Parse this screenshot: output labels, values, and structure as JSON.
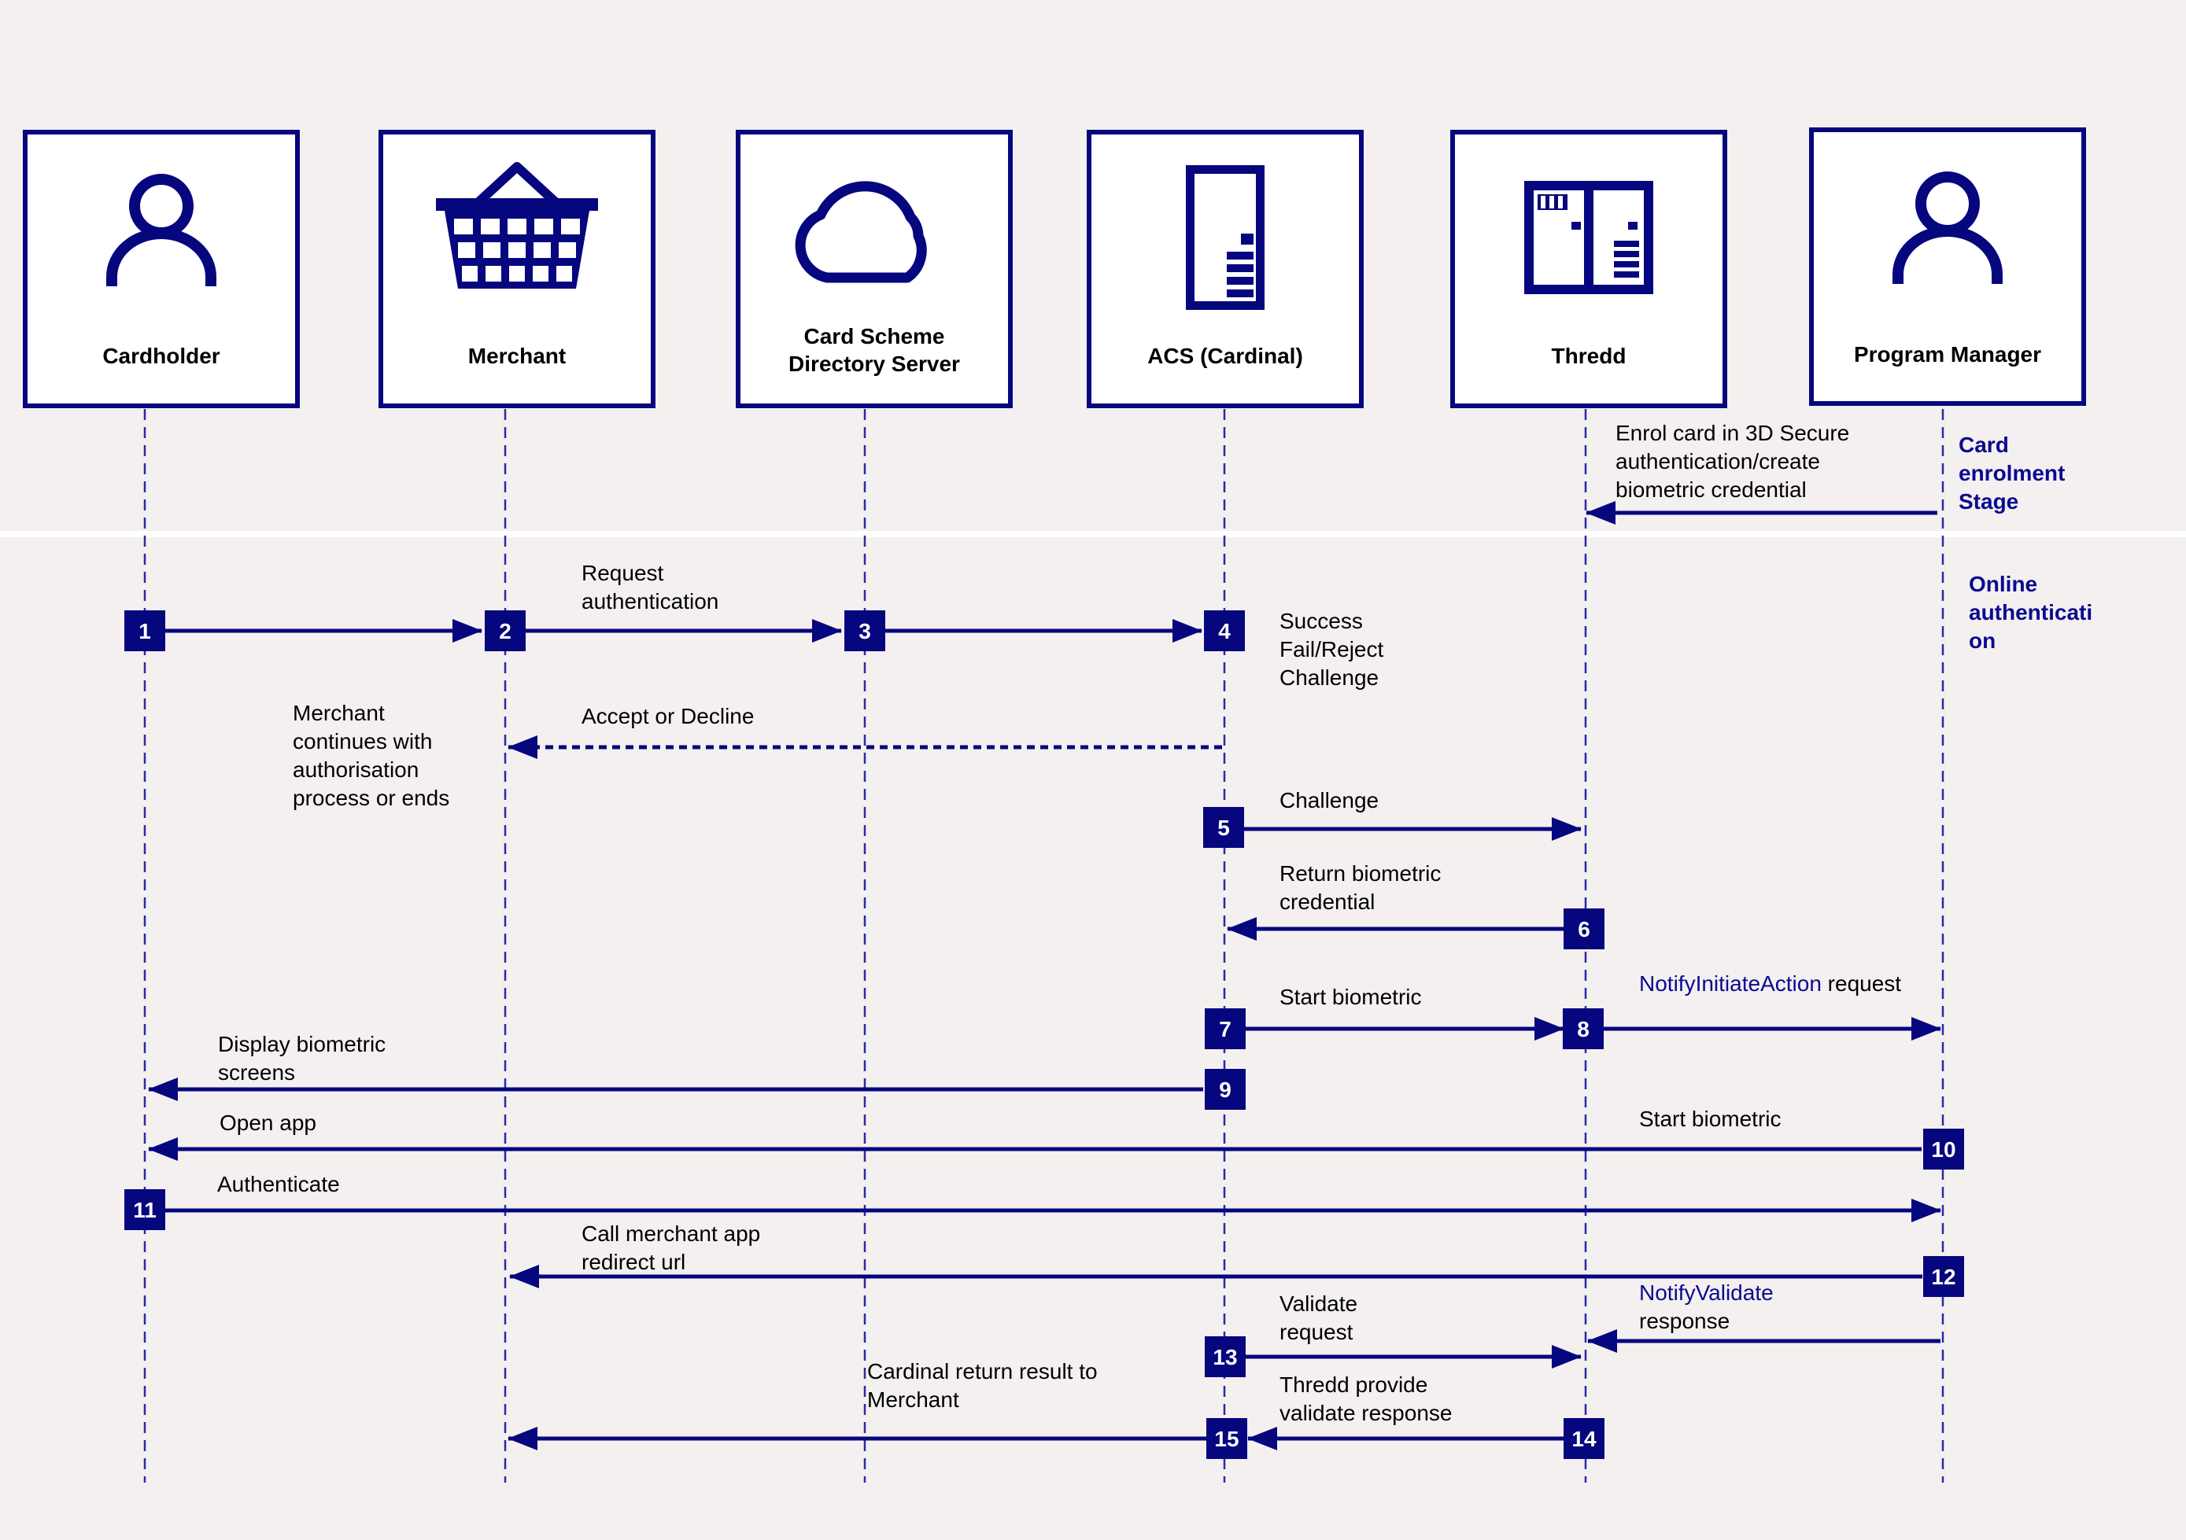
{
  "colors": {
    "background": "#f3f0ef",
    "accent": "#06067f",
    "text": "#000000",
    "accent_text": "#0a0a90",
    "lifeline": "#2a2aa8",
    "box_fill": "#ffffff"
  },
  "actors": [
    {
      "id": "cardholder",
      "label": [
        "Cardholder"
      ],
      "icon": "person-icon"
    },
    {
      "id": "merchant",
      "label": [
        "Merchant"
      ],
      "icon": "shopping-basket-icon"
    },
    {
      "id": "directory-server",
      "label": [
        "Card Scheme",
        "Directory Server"
      ],
      "icon": "cloud-icon"
    },
    {
      "id": "acs",
      "label": [
        "ACS (Cardinal)"
      ],
      "icon": "server-icon"
    },
    {
      "id": "thredd",
      "label": [
        "Thredd"
      ],
      "icon": "server-rack-icon"
    },
    {
      "id": "program-manager",
      "label": [
        "Program Manager"
      ],
      "icon": "person-icon"
    }
  ],
  "stages": [
    {
      "id": "enrolment",
      "label": [
        "Card",
        "enrolment",
        "Stage"
      ]
    },
    {
      "id": "online",
      "label": [
        "Online",
        "authenticati",
        "on"
      ]
    }
  ],
  "steps": [
    "1",
    "2",
    "3",
    "4",
    "5",
    "6",
    "7",
    "8",
    "9",
    "10",
    "11",
    "12",
    "13",
    "14",
    "15"
  ],
  "messages": [
    {
      "id": "msg-enrol",
      "text": [
        {
          "parts": [
            {
              "t": "Enrol card in 3D Secure"
            }
          ]
        },
        {
          "parts": [
            {
              "t": "authentication/create"
            }
          ]
        },
        {
          "parts": [
            {
              "t": "biometric credential"
            }
          ]
        }
      ]
    },
    {
      "id": "msg-request-auth",
      "text": [
        {
          "parts": [
            {
              "t": "Request"
            }
          ]
        },
        {
          "parts": [
            {
              "t": "authentication"
            }
          ]
        }
      ]
    },
    {
      "id": "msg-acs-result",
      "text": [
        {
          "parts": [
            {
              "t": "Success"
            }
          ]
        },
        {
          "parts": [
            {
              "t": "Fail/Reject"
            }
          ]
        },
        {
          "parts": [
            {
              "t": "Challenge"
            }
          ]
        }
      ]
    },
    {
      "id": "msg-accept-decline",
      "text": [
        {
          "parts": [
            {
              "t": "Accept or Decline"
            }
          ]
        }
      ]
    },
    {
      "id": "msg-merchant-continues",
      "text": [
        {
          "parts": [
            {
              "t": "Merchant"
            }
          ]
        },
        {
          "parts": [
            {
              "t": "continues with"
            }
          ]
        },
        {
          "parts": [
            {
              "t": "authorisation"
            }
          ]
        },
        {
          "parts": [
            {
              "t": "process or ends"
            }
          ]
        }
      ]
    },
    {
      "id": "msg-challenge",
      "text": [
        {
          "parts": [
            {
              "t": "Challenge"
            }
          ]
        }
      ]
    },
    {
      "id": "msg-return-credential",
      "text": [
        {
          "parts": [
            {
              "t": "Return biometric"
            }
          ]
        },
        {
          "parts": [
            {
              "t": "credential"
            }
          ]
        }
      ]
    },
    {
      "id": "msg-start-biometric-acs",
      "text": [
        {
          "parts": [
            {
              "t": "Start biometric"
            }
          ]
        }
      ]
    },
    {
      "id": "msg-notify-initiate",
      "text": [
        {
          "parts": [
            {
              "t": "NotifyInitiateAction",
              "accent": true
            },
            {
              "t": " request"
            }
          ]
        }
      ]
    },
    {
      "id": "msg-display-screens",
      "text": [
        {
          "parts": [
            {
              "t": "Display biometric"
            }
          ]
        },
        {
          "parts": [
            {
              "t": "screens"
            }
          ]
        }
      ]
    },
    {
      "id": "msg-open-app",
      "text": [
        {
          "parts": [
            {
              "t": "Open app"
            }
          ]
        }
      ]
    },
    {
      "id": "msg-start-biometric-pm",
      "text": [
        {
          "parts": [
            {
              "t": "Start biometric"
            }
          ]
        }
      ]
    },
    {
      "id": "msg-authenticate",
      "text": [
        {
          "parts": [
            {
              "t": "Authenticate"
            }
          ]
        }
      ]
    },
    {
      "id": "msg-call-redirect",
      "text": [
        {
          "parts": [
            {
              "t": "Call merchant app"
            }
          ]
        },
        {
          "parts": [
            {
              "t": "redirect url"
            }
          ]
        }
      ]
    },
    {
      "id": "msg-notify-validate",
      "text": [
        {
          "parts": [
            {
              "t": "NotifyValidate",
              "accent": true
            }
          ]
        },
        {
          "parts": [
            {
              "t": "response"
            }
          ]
        }
      ]
    },
    {
      "id": "msg-validate-request",
      "text": [
        {
          "parts": [
            {
              "t": "Validate"
            }
          ]
        },
        {
          "parts": [
            {
              "t": "request"
            }
          ]
        }
      ]
    },
    {
      "id": "msg-cardinal-result",
      "text": [
        {
          "parts": [
            {
              "t": "Cardinal return result to"
            }
          ]
        },
        {
          "parts": [
            {
              "t": "Merchant"
            }
          ]
        }
      ]
    },
    {
      "id": "msg-thredd-validate",
      "text": [
        {
          "parts": [
            {
              "t": "Thredd provide"
            }
          ]
        },
        {
          "parts": [
            {
              "t": "validate response"
            }
          ]
        }
      ]
    }
  ]
}
